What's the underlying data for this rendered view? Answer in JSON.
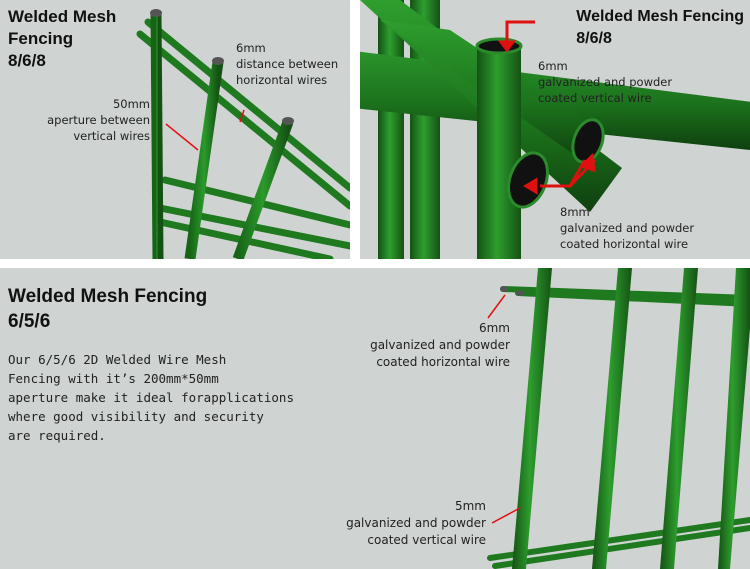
{
  "panel_top_left": {
    "title_lines": [
      "Welded Mesh",
      "Fencing",
      "8/6/8"
    ],
    "note_distance": [
      "6mm",
      "distance between",
      "horizontal wires"
    ],
    "note_aperture": [
      "50mm",
      "aperture between",
      "vertical wires"
    ]
  },
  "panel_top_right": {
    "title_lines": [
      "Welded Mesh Fencing",
      "8/6/8"
    ],
    "note_vertical": [
      "6mm",
      "galvanized and powder",
      "coated vertical wire"
    ],
    "note_horizontal": [
      "8mm",
      "galvanized and powder",
      "coated horizontal wire"
    ]
  },
  "panel_bottom": {
    "title_lines": [
      "Welded Mesh Fencing",
      "6/5/6"
    ],
    "description_lines": [
      "Our 6/5/6 2D Welded Wire Mesh",
      "Fencing with it’s 200mm*50mm",
      "aperture make it ideal forapplications",
      "where good visibility and security",
      "are required."
    ],
    "note_horizontal": [
      "6mm",
      "galvanized and powder",
      "coated horizontal wire"
    ],
    "note_vertical": [
      "5mm",
      "galvanized and powder",
      "coated vertical wire"
    ]
  },
  "colors": {
    "background": "#cfd3d2",
    "wire_green": "#1f7a1f",
    "wire_dark": "#145214",
    "arrow_red": "#e01010"
  }
}
